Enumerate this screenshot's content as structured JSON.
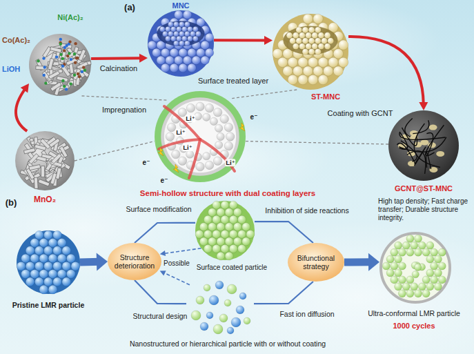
{
  "diagram": {
    "nodes": [
      {
        "text": [
          "MnO₂"
        ]
      },
      {
        "text": [
          "Ni(Ac)₂",
          "Co(Ac)₂",
          "LiOH"
        ]
      },
      {
        "text": [
          "MNC"
        ]
      },
      {
        "text": [
          "ST-MNC"
        ]
      },
      {
        "text": [
          "GCNT@ST-MNC"
        ]
      },
      {
        "text": [
          "Semi-hollow structure with dual coating layers"
        ]
      },
      {
        "text": [
          "Pristine LMR particle"
        ]
      },
      {
        "text": [
          "Structure deterioration"
        ]
      },
      {
        "text": [
          "Surface coated particle"
        ]
      },
      {
        "text": [
          "Nanostructured or hierarchical particle with or without coating"
        ]
      },
      {
        "text": [
          "Bifunctional strategy"
        ]
      },
      {
        "text": [
          "High tap density; Fast charge transfer; Durable structure integrity.",
          "Ultra-conformal LMR particle",
          "1000 cycles"
        ]
      }
    ],
    "edges": [
      {
        "from": 0,
        "to": 1,
        "arrow": "to",
        "label": "Impregnation"
      },
      {
        "from": 1,
        "to": 2,
        "arrow": "to",
        "label": "Calcination"
      },
      {
        "from": 2,
        "to": 3,
        "arrow": "to",
        "label": "Surface treated layer"
      },
      {
        "from": 3,
        "to": 4,
        "arrow": "to",
        "label": "Coating with GCNT"
      },
      {
        "from": 1,
        "to": 5,
        "arrow": "none"
      },
      {
        "from": 0,
        "to": 5,
        "arrow": "none"
      },
      {
        "from": 3,
        "to": 5,
        "arrow": "none"
      },
      {
        "from": 4,
        "to": 5,
        "arrow": "none"
      },
      {
        "from": 6,
        "to": 7,
        "arrow": "to"
      },
      {
        "from": 7,
        "to": 8,
        "arrow": "none",
        "label": "Surface modification"
      },
      {
        "from": 7,
        "to": 9,
        "arrow": "none",
        "label": "Structural design"
      },
      {
        "from": 8,
        "to": 7,
        "arrow": "to",
        "label": "Possible"
      },
      {
        "from": 9,
        "to": 7,
        "arrow": "to"
      },
      {
        "from": 8,
        "to": 10,
        "arrow": "none",
        "label": "Inhibition of side reactions"
      },
      {
        "from": 9,
        "to": 10,
        "arrow": "none",
        "label": "Fast ion diffusion"
      },
      {
        "from": 10,
        "to": 11,
        "arrow": "to"
      }
    ],
    "labels": [
      "(a)",
      "(b)",
      "Li⁺",
      "Li⁺",
      "Li⁺",
      "Li⁺",
      "e⁻",
      "e⁻",
      "e⁻"
    ]
  }
}
